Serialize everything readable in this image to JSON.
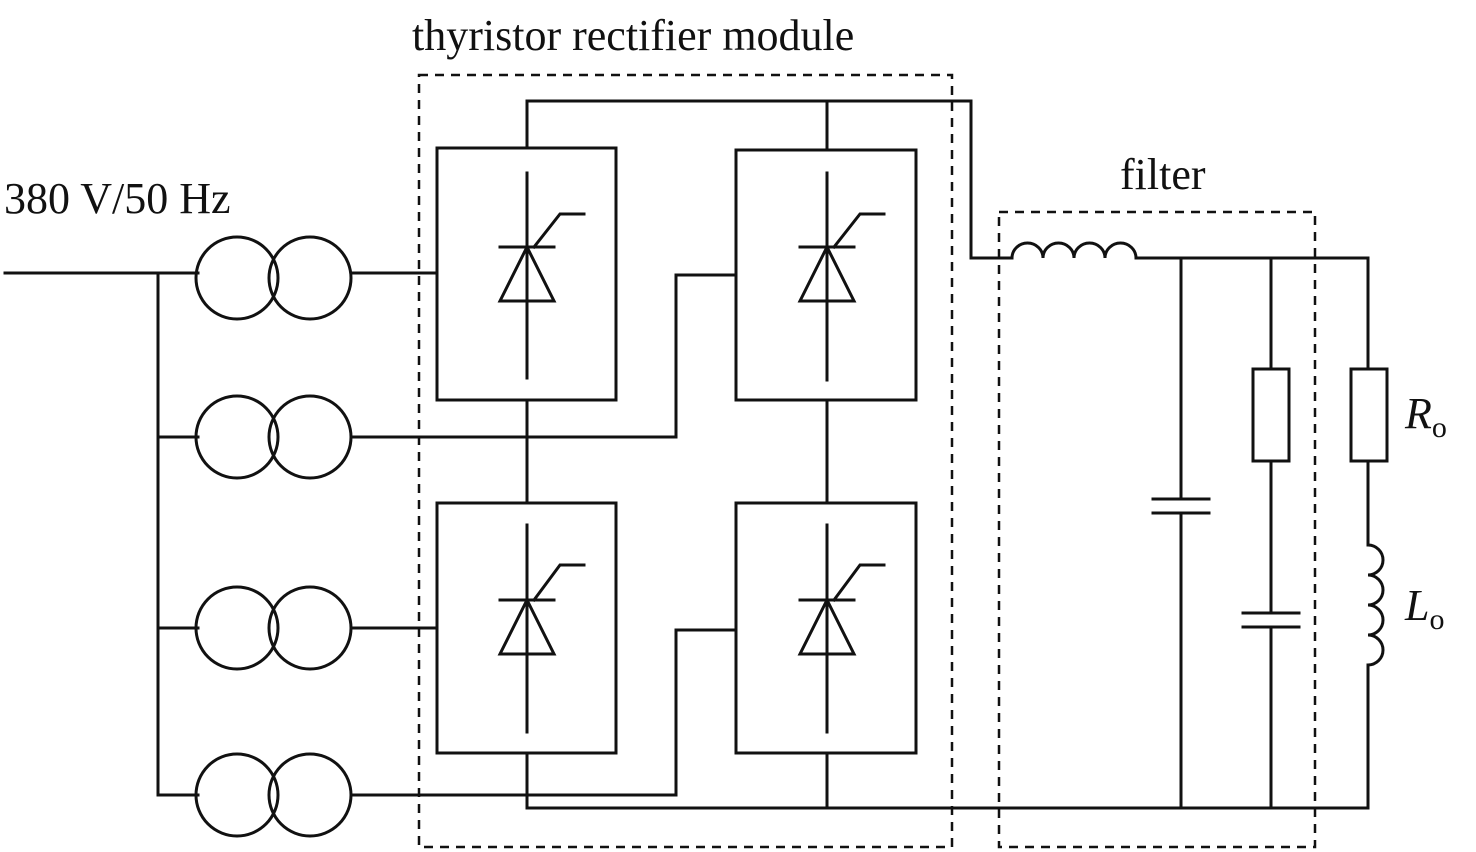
{
  "labels": {
    "source": "380 V/50 Hz",
    "rectifier_module": "thyristor rectifier module",
    "filter": "filter",
    "load_resistor": "R",
    "load_inductor": "L",
    "subscript": "o"
  }
}
